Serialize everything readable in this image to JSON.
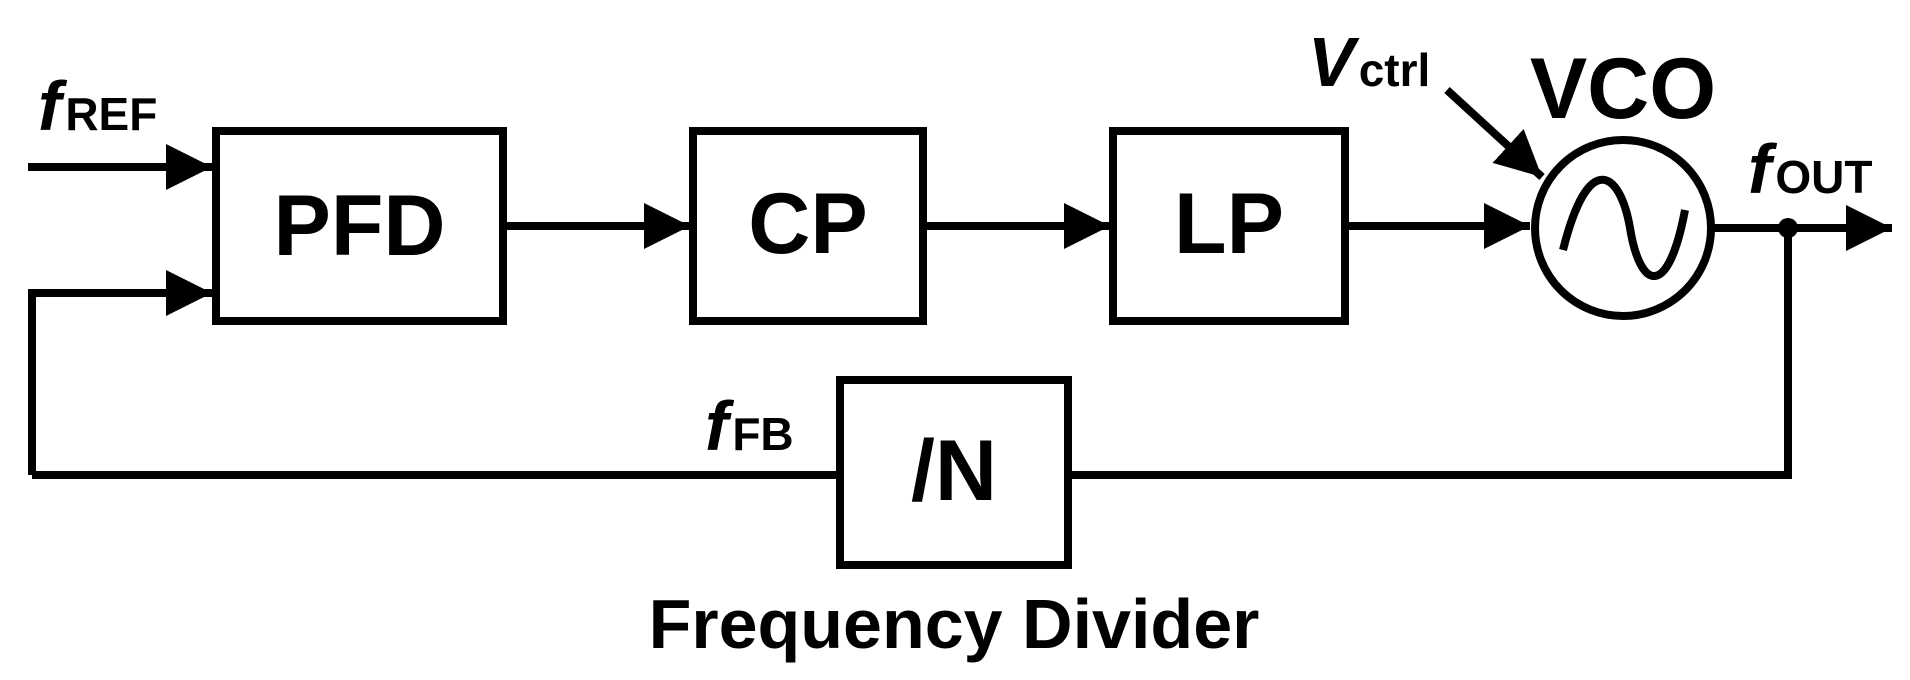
{
  "blocks": {
    "pfd": "PFD",
    "cp": "CP",
    "lp": "LP",
    "divider": "/N",
    "vco": "VCO"
  },
  "labels": {
    "divider_caption": "Frequency Divider",
    "f_ref": {
      "main": "f",
      "sub": "REF"
    },
    "f_fb": {
      "main": "f",
      "sub": "FB"
    },
    "f_out": {
      "main": "f",
      "sub": "OUT"
    },
    "v_ctrl": {
      "main": "V",
      "sub": "ctrl"
    }
  },
  "colors": {
    "stroke": "#000000",
    "background": "#ffffff"
  }
}
